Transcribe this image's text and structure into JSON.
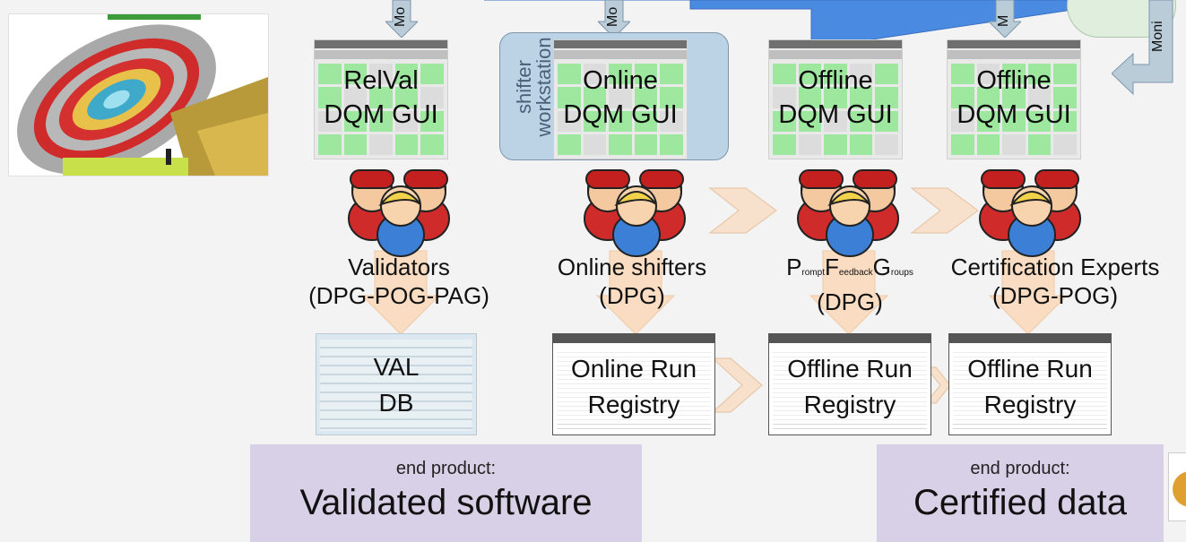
{
  "top_arrows": {
    "left_label": "Mo",
    "middle_label": "Mo",
    "right_label": "M",
    "far_right_label": "Moni"
  },
  "gui_panels": [
    {
      "line1": "RelVal",
      "line2": "DQM GUI"
    },
    {
      "line1": "Online",
      "line2": "DQM GUI"
    },
    {
      "line1": "Offline",
      "line2": "DQM GUI"
    },
    {
      "line1": "Offline",
      "line2": "DQM GUI"
    }
  ],
  "workstation_label": {
    "line1": "shifter",
    "line2": "workstation"
  },
  "roles": {
    "validators": {
      "line1": "Validators",
      "line2": "(DPG-POG-PAG)"
    },
    "online_shifters": {
      "line1": "Online shifters",
      "line2": "(DPG)"
    },
    "pfg": {
      "p": "P",
      "rompt": "rompt",
      "f": "F",
      "eedback": "eedback",
      "g": "G",
      "roups": "roups",
      "line2": "(DPG)"
    },
    "cert": {
      "line1": "Certification Experts",
      "line2": "(DPG-POG)"
    }
  },
  "registries": [
    {
      "line1": "VAL",
      "line2": "DB"
    },
    {
      "line1": "Online Run",
      "line2": "Registry"
    },
    {
      "line1": "Offline Run",
      "line2": "Registry"
    },
    {
      "line1": "Offline Run",
      "line2": "Registry"
    }
  ],
  "end_products": [
    {
      "label": "end product:",
      "value": "Validated software"
    },
    {
      "label": "end product:",
      "value": "Certified data"
    }
  ],
  "colors": {
    "banner": "#4a8ae0",
    "gui_green": "#9ee79e",
    "end_box": "#d8d0e6",
    "arrow_orange": "#f9dcc2",
    "workstation": "#bcd3e6"
  }
}
